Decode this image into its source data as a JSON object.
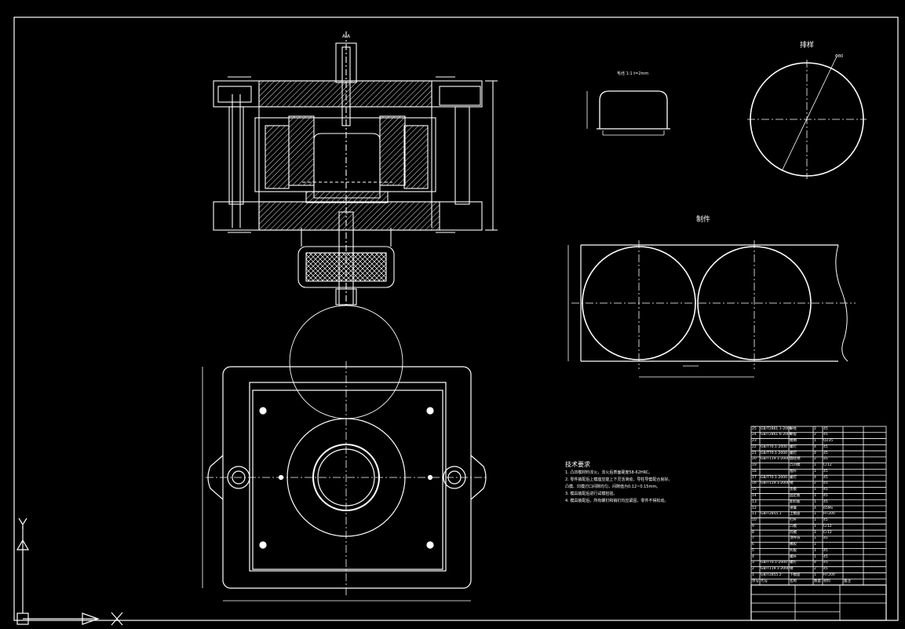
{
  "views": {
    "section_label": "A-A",
    "blank_caption": "毛坯 1:1  t=2mm",
    "blank_size_label": "Φ80",
    "layout_title": "排样",
    "formed_part_title": "制件"
  },
  "notes": {
    "title": "技术要求",
    "items": [
      "1. 凸凹模材料淬火，淬火后表面硬度58-62HRC。",
      "2. 零件装配后上模座应能上下灵活滑动，导柱导套配合良好。",
      "   凸模、凹模刃口间隙均匀，间隙值为0.12~0.15mm。",
      "3. 模具装配后进行试模检验。",
      "4. 模具装配后，所有螺钉和销钉均应紧固，零件不得松动。"
    ]
  },
  "bom": {
    "rows": [
      [
        "25",
        "GB/T2861.1-2008",
        "导柱",
        "2",
        "45"
      ],
      [
        "24",
        "GB/T2861.6-2008",
        "导套",
        "2",
        "45"
      ],
      [
        "23",
        "",
        "模柄",
        "1",
        "Q235"
      ],
      [
        "22",
        "GB/T70.1-2000",
        "螺钉",
        "4",
        "45"
      ],
      [
        "21",
        "GB/T70.1-2000",
        "螺钉",
        "4",
        "45"
      ],
      [
        "20",
        "GB/T119.1-2000",
        "圆柱销",
        "2",
        "45"
      ],
      [
        "19",
        "",
        "凸凹模",
        "1",
        "Cr12"
      ],
      [
        "18",
        "",
        "推杆",
        "1",
        "45"
      ],
      [
        "17",
        "GB/T70.1-2000",
        "螺钉",
        "4",
        "45"
      ],
      [
        "16",
        "GB/T119.1-2000",
        "销",
        "2",
        "45"
      ],
      [
        "15",
        "",
        "垫板",
        "1",
        "45"
      ],
      [
        "14",
        "",
        "固定板",
        "1",
        "45"
      ],
      [
        "13",
        "",
        "卸料板",
        "1",
        "45"
      ],
      [
        "12",
        "",
        "弹簧",
        "4",
        "65Mn"
      ],
      [
        "11",
        "GB/T2855.1",
        "上模座",
        "1",
        "HT200"
      ],
      [
        "10",
        "",
        "打杆",
        "1",
        "45"
      ],
      [
        "9",
        "",
        "凸模",
        "1",
        "Cr12"
      ],
      [
        "8",
        "",
        "凹模",
        "1",
        "Cr12"
      ],
      [
        "7",
        "",
        "顶件块",
        "1",
        "45"
      ],
      [
        "6",
        "",
        "橡胶",
        "1",
        ""
      ],
      [
        "5",
        "",
        "托板",
        "1",
        "45"
      ],
      [
        "4",
        "",
        "螺杆",
        "1",
        "45"
      ],
      [
        "3",
        "GB/T70.1-2000",
        "螺钉",
        "4",
        "45"
      ],
      [
        "2",
        "GB/T119.1-2000",
        "销",
        "2",
        "45"
      ],
      [
        "1",
        "GB/T2855.2",
        "下模座",
        "1",
        "HT200"
      ]
    ],
    "header": [
      "序号",
      "代号",
      "名称",
      "数量",
      "材料",
      "备注"
    ]
  }
}
